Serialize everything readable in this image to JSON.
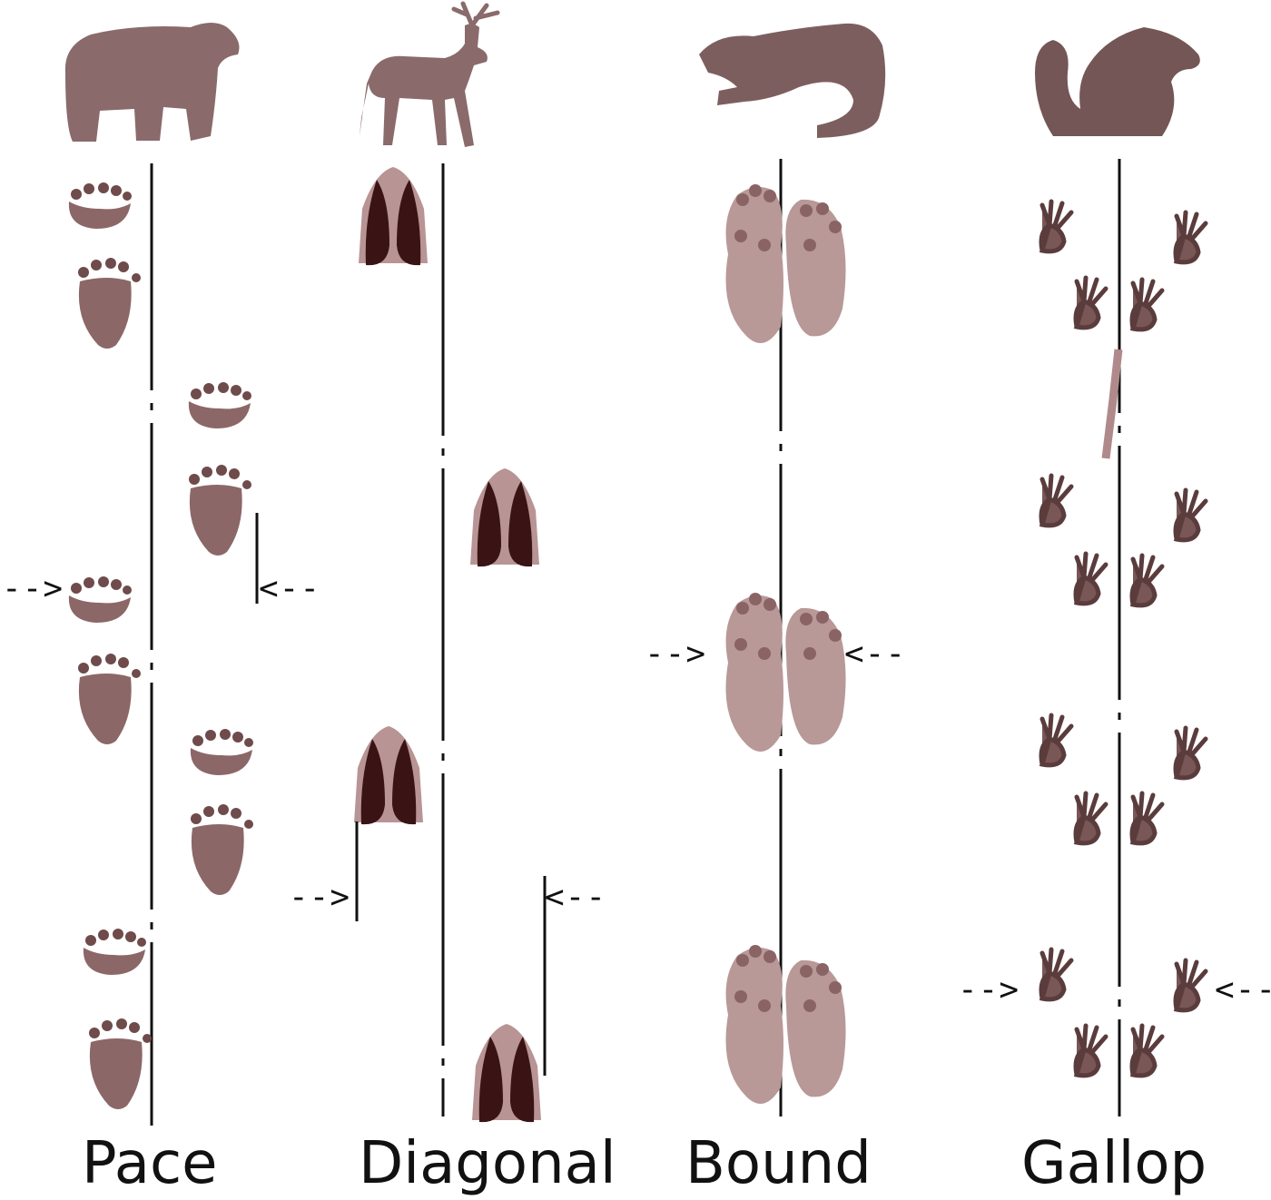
{
  "columns": [
    {
      "label": "Pace",
      "animal": "bear-icon",
      "print": "bear-paw-icon"
    },
    {
      "label": "Diagonal",
      "animal": "deer-icon",
      "print": "deer-hoof-icon"
    },
    {
      "label": "Bound",
      "animal": "weasel-icon",
      "print": "weasel-paw-icon"
    },
    {
      "label": "Gallop",
      "animal": "squirrel-icon",
      "print": "squirrel-foot-icon"
    }
  ],
  "arrows": {
    "right": "-->",
    "left": "<--"
  },
  "colors": {
    "print": "#8c6767",
    "print_dark": "#3a1414",
    "print_light": "#b89494",
    "animal": "#8a6a6a",
    "line": "#111111"
  }
}
